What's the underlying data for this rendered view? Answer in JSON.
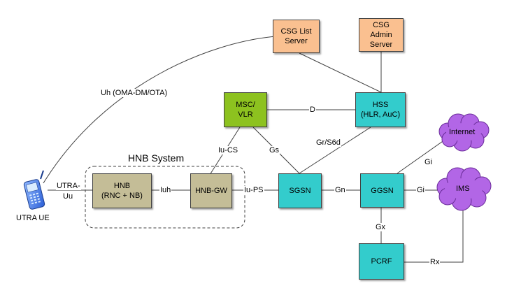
{
  "colors": {
    "peach": "#FAC090",
    "teal": "#33CCCC",
    "green": "#8DC21F",
    "khaki": "#C4BD97",
    "cloud": "#B266E6",
    "line": "#404040"
  },
  "nodes": {
    "csg_list": {
      "lines": [
        "CSG List",
        "Server"
      ],
      "color": "peach"
    },
    "csg_admin": {
      "lines": [
        "CSG",
        "Admin",
        "Server"
      ],
      "color": "peach"
    },
    "msc": {
      "lines": [
        "MSC/",
        "VLR"
      ],
      "color": "green"
    },
    "hss": {
      "lines": [
        "HSS",
        "(HLR, AuC)"
      ],
      "color": "teal"
    },
    "hnb": {
      "lines": [
        "HNB",
        "(RNC + NB)"
      ],
      "color": "khaki"
    },
    "hnbgw": {
      "lines": [
        "HNB-GW"
      ],
      "color": "khaki"
    },
    "sgsn": {
      "lines": [
        "SGSN"
      ],
      "color": "teal"
    },
    "ggsn": {
      "lines": [
        "GGSN"
      ],
      "color": "teal"
    },
    "pcrf": {
      "lines": [
        "PCRF"
      ],
      "color": "teal"
    }
  },
  "clouds": {
    "internet": "Internet",
    "ims": "IMS"
  },
  "hnb_system_title": "HNB System",
  "ue_label": "UTRA UE",
  "ue_icon": "mobile-phone-icon",
  "interfaces": {
    "uh": "Uh (OMA-DM/OTA)",
    "d": "D",
    "iu_cs": "Iu-CS",
    "gs": "Gs",
    "gr_s6d": "Gr/S6d",
    "utra_uu_1": "UTRA-",
    "utra_uu_2": "Uu",
    "iuh": "Iuh",
    "iu_ps": "Iu-PS",
    "gn": "Gn",
    "gi_internet": "Gi",
    "gi_ims": "Gi",
    "gx": "Gx",
    "rx": "Rx"
  }
}
